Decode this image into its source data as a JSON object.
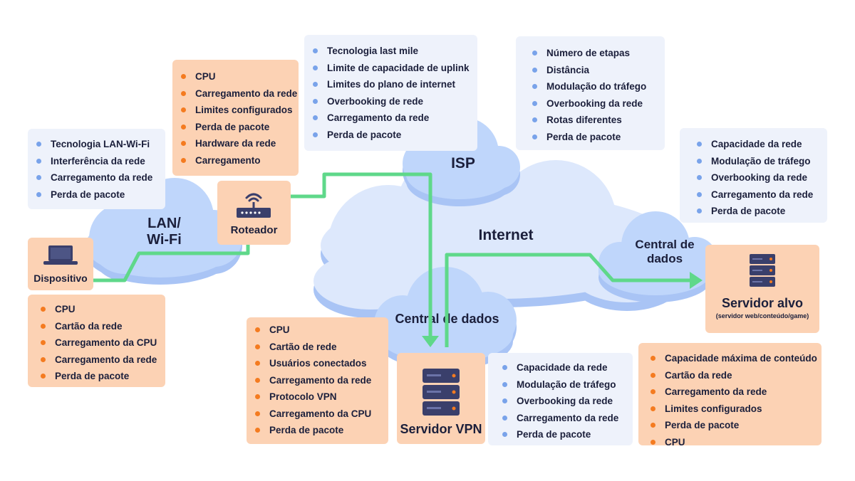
{
  "colors": {
    "orange_box": "#fcd2b4",
    "orange_dot": "#f47b20",
    "blue_box": "#eef2fb",
    "blue_dot": "#79a3ea",
    "cloud": "#bfd6fb",
    "cloud_shadow": "#a9c4f5",
    "path": "#5fd88a",
    "icon": "#3a3f6b"
  },
  "nodes": {
    "device": {
      "label": "Dispositivo",
      "icon": "laptop-icon"
    },
    "router": {
      "label": "Roteador",
      "icon": "router-icon"
    },
    "vpn_server": {
      "label": "Servidor VPN",
      "icon": "server-icon"
    },
    "target_server": {
      "label": "Servidor alvo",
      "sub": "(servidor web/conteúdo/game)",
      "icon": "server-icon"
    }
  },
  "clouds": {
    "lan": "LAN/ Wi-Fi",
    "isp": "ISP",
    "internet": "Internet",
    "dc_vpn": "Central de dados",
    "dc_target": "Central de dados"
  },
  "lists": {
    "lan_factors": [
      "Tecnologia LAN-Wi-Fi",
      "Interferência da rede",
      "Carregamento da rede",
      "Perda de pacote"
    ],
    "router_factors": [
      "CPU",
      "Carregamento da rede",
      "Limites configurados",
      "Perda de pacote",
      "Hardware da rede",
      "Carregamento"
    ],
    "device_factors": [
      "CPU",
      "Cartão da rede",
      "Carregamento da CPU",
      "Carregamento da rede",
      "Perda de pacote"
    ],
    "isp_factors": [
      "Tecnologia last mile",
      "Limite de capacidade de uplink",
      "Limites do plano de internet",
      "Overbooking de rede",
      "Carregamento da rede",
      "Perda de pacote"
    ],
    "internet_factors": [
      "Número de etapas",
      "Distância",
      "Modulação do tráfego",
      "Overbooking da rede",
      "Rotas diferentes",
      "Perda de pacote"
    ],
    "dc_target_factors": [
      "Capacidade da rede",
      "Modulação de tráfego",
      "Overbooking da rede",
      "Carregamento da rede",
      "Perda de pacote"
    ],
    "vpn_server_factors": [
      "CPU",
      "Cartão de rede",
      "Usuários conectados",
      "Carregamento da rede",
      "Protocolo VPN",
      "Carregamento da CPU",
      "Perda de pacote"
    ],
    "dc_vpn_factors": [
      "Capacidade da rede",
      "Modulação de tráfego",
      "Overbooking da rede",
      "Carregamento da rede",
      "Perda de pacote"
    ],
    "target_server_factors": [
      "Capacidade máxima de conteúdo",
      "Cartão da rede",
      "Carregamento da rede",
      "Limites configurados",
      "Perda de pacote",
      "CPU"
    ]
  }
}
